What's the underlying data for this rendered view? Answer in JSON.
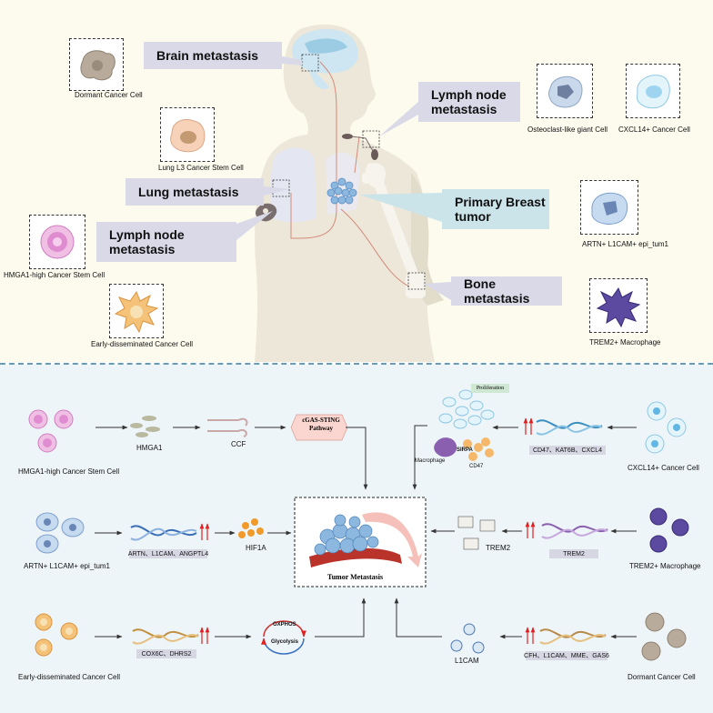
{
  "anatomy": {
    "sites": {
      "brain": "Brain metastasis",
      "lymph_node_right": "Lymph node metastasis",
      "primary": "Primary Breast tumor",
      "lung": "Lung metastasis",
      "lymph_node_left": "Lymph node metastasis",
      "bone": "Bone metastasis"
    },
    "cells": {
      "dormant": "Dormant Cancer Cell",
      "lung_l3": "Lung L3 Cancer Stem Cell",
      "hmga1": "HMGA1-high Cancer Stem Cell",
      "early": "Early-disseminated Cancer Cell",
      "osteoclast": "Osteoclast-like giant Cell",
      "cxcl14": "CXCL14+ Cancer Cell",
      "artn": "ARTN+ L1CAM+ epi_tum1",
      "trem2": "TREM2+ Macrophage"
    }
  },
  "mechanisms": {
    "hmga1": {
      "cell": "HMGA1-high Cancer Stem Cell",
      "step1": "HMGA1",
      "step2": "CCF",
      "pathway": "cGAS-STING Pathway"
    },
    "artn": {
      "cell": "ARTN+ L1CAM+ epi_tum1",
      "genes": "ARTN、L1CAM、ANGPTL4",
      "product": "HIF1A"
    },
    "early": {
      "cell": "Early-disseminated Cancer Cell",
      "genes": "COX6C、DHRS2",
      "cycle_top": "OXPHOS",
      "cycle_bottom": "Glycolysis"
    },
    "cxcl14": {
      "cell": "CXCL14+ Cancer Cell",
      "genes": "CD47、KAT6B、CXCL4",
      "proliferation": "Proliferation",
      "macrophage": "Macrophage",
      "sirpa": "SIRPA",
      "cd47": "CD47"
    },
    "trem2": {
      "cell": "TREM2+ Macrophage",
      "genes": "TREM2",
      "product": "TREM2"
    },
    "dormant": {
      "cell": "Dormant Cancer Cell",
      "genes": "CFH、L1CAM、MME、GAS6",
      "product": "L1CAM"
    },
    "center": "Tumor Metastasis"
  },
  "colors": {
    "top_bg": "#fcfbee",
    "bottom_bg": "#eef5f8",
    "label_gray": "#d9d9e8",
    "label_blue": "#cbe4ea",
    "arrow_red": "#e02020",
    "vessel_red": "#c0392b"
  }
}
